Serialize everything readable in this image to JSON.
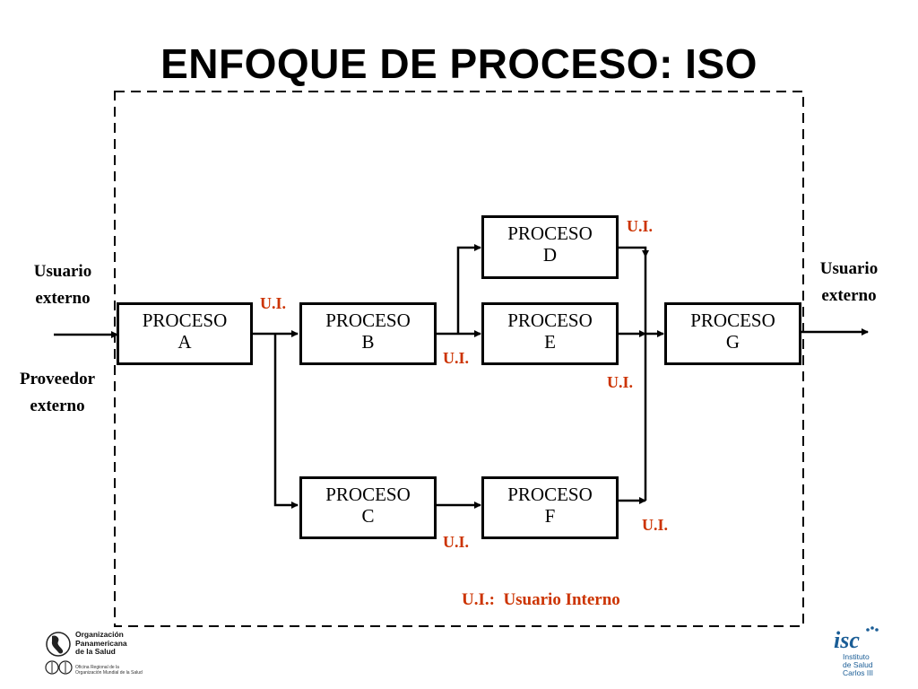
{
  "title": "ENFOQUE DE PROCESO: ISO",
  "left_labels": {
    "usuario": "Usuario\nexterno",
    "proveedor": "Proveedor\nexterno"
  },
  "right_label": "Usuario\nexterno",
  "processes": {
    "a": "PROCESO\nA",
    "b": "PROCESO\nB",
    "c": "PROCESO\nC",
    "d": "PROCESO\nD",
    "e": "PROCESO\nE",
    "f": "PROCESO\nF",
    "g": "PROCESO\nG"
  },
  "ui_label": "U.I.",
  "legend": "U.I.:  Usuario Interno",
  "logos": {
    "ops_name": "Organización\nPanamericana\nde la Salud",
    "ops_sub": "Oficina Regional de la\nOrganización Mundial de la Salud",
    "isc_name": "Instituto\nde Salud\nCarlos III"
  },
  "colors": {
    "ui_red": "#cc3300",
    "isc_blue": "#1a5d96"
  }
}
